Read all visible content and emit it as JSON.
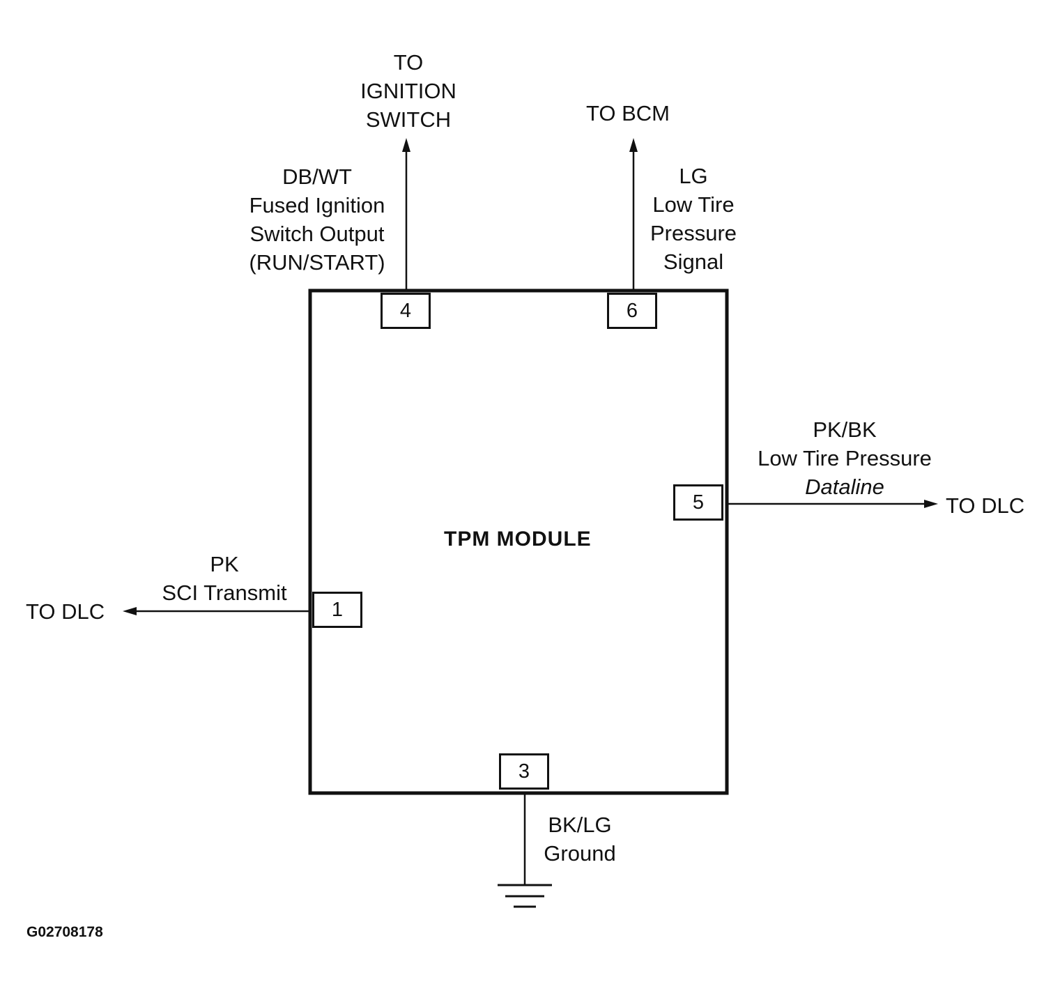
{
  "module": {
    "name": "TPM MODULE"
  },
  "pins": {
    "p4": "4",
    "p6": "6",
    "p5": "5",
    "p1": "1",
    "p3": "3"
  },
  "wires": {
    "ignition": {
      "destination": [
        "TO",
        "IGNITION",
        "SWITCH"
      ],
      "color": "DB/WT",
      "function": [
        "Fused Ignition",
        "Switch Output",
        "(RUN/START)"
      ]
    },
    "bcm": {
      "destination": "TO BCM",
      "color": "LG",
      "function": [
        "Low Tire",
        "Pressure",
        "Signal"
      ]
    },
    "dataline": {
      "destination": "TO DLC",
      "color": "PK/BK",
      "function": [
        "Low Tire Pressure",
        "Dataline"
      ]
    },
    "sci": {
      "destination": "TO DLC",
      "color": "PK",
      "function": "SCI Transmit"
    },
    "ground": {
      "color": "BK/LG",
      "function": "Ground"
    }
  },
  "figure_code": "G02708178",
  "colors": {
    "ink": "#111111",
    "background": "#ffffff"
  }
}
